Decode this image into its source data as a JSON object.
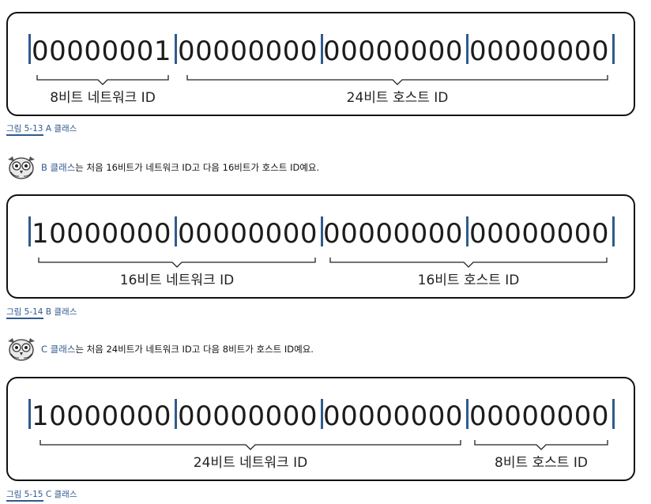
{
  "figures": [
    {
      "octets": [
        "00000001",
        "00000000",
        "00000000",
        "00000000"
      ],
      "braces": [
        {
          "label": "8비트 네트워크 ID"
        },
        {
          "label": "24비트 호스트 ID"
        }
      ],
      "caption": {
        "number": "그림 5-13",
        "text": "A 클래스"
      }
    },
    {
      "octets": [
        "10000000",
        "00000000",
        "00000000",
        "00000000"
      ],
      "braces": [
        {
          "label": "16비트 네트워크 ID"
        },
        {
          "label": "16비트 호스트 ID"
        }
      ],
      "caption": {
        "number": "그림 5-14",
        "text": "B 클래스"
      }
    },
    {
      "octets": [
        "10000000",
        "00000000",
        "00000000",
        "00000000"
      ],
      "braces": [
        {
          "label": "24비트 네트워크 ID"
        },
        {
          "label": "8비트 호스트 ID"
        }
      ],
      "caption": {
        "number": "그림 5-15",
        "text": "C 클래스"
      }
    }
  ],
  "notes": [
    {
      "term": "B 클래스",
      "text": "는 처음 16비트가 네트워크 ID고 다음 16비트가 호스트 ID예요."
    },
    {
      "term": "C 클래스",
      "text": "는 처음 24비트가 네트워크 ID고 다음 8비트가 호스트 ID예요."
    }
  ],
  "colors": {
    "accent": "#2f5a8e",
    "border": "#111111"
  },
  "icon": "owl-mascot-icon"
}
